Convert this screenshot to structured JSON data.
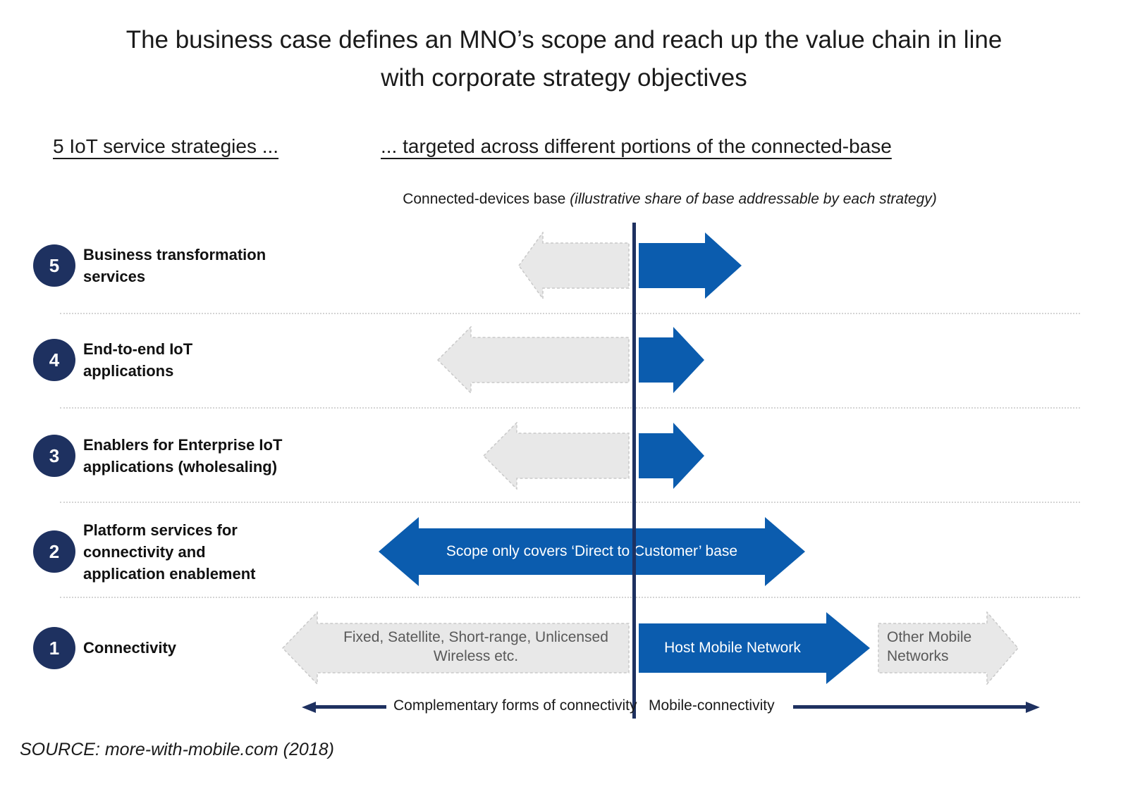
{
  "title": {
    "line1": "The business case defines an MNO’s scope and reach up the value chain in line",
    "line2": "with corporate strategy objectives"
  },
  "headers": {
    "left": "5 IoT service strategies ...",
    "right": "... targeted across different portions of the connected-base"
  },
  "subtitle": {
    "normal": "Connected-devices base ",
    "italic": "(illustrative share of base addressable by each strategy)"
  },
  "strategies": [
    {
      "number": "5",
      "label": "Business transformation services"
    },
    {
      "number": "4",
      "label": "End-to-end IoT applications"
    },
    {
      "number": "3",
      "label": "Enablers for Enterprise IoT applications (wholesaling)"
    },
    {
      "number": "2",
      "label": "Platform services for connectivity and application enablement"
    },
    {
      "number": "1",
      "label": "Connectivity"
    }
  ],
  "arrow_labels": {
    "scope_direct_to_customer": "Scope only covers ‘Direct to Customer’ base",
    "complementary_connectivity": "Fixed, Satellite, Short-range, Unlicensed Wireless etc.",
    "host_mobile_network": "Host Mobile Network",
    "other_mobile_networks": "Other Mobile Networks"
  },
  "axis": {
    "left_label": "Complementary forms of connectivity",
    "right_label": "Mobile-connectivity"
  },
  "source": "SOURCE: more-with-mobile.com (2018)",
  "colors": {
    "blue": "#0B5CAE",
    "navy": "#1E3160",
    "gray_fill": "#E8E8E8",
    "gray_border": "#C9C9C9",
    "gray_text": "#595959"
  }
}
